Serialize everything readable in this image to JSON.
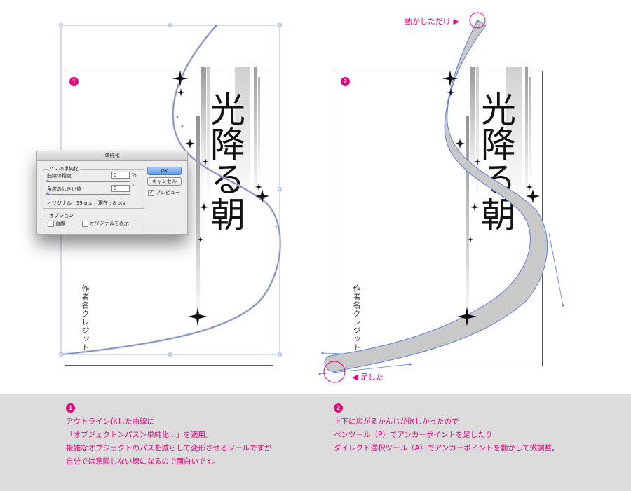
{
  "panel1": {
    "badge": "1",
    "title_vertical": "光降る朝",
    "author_vertical": "作者名クレジット"
  },
  "panel2": {
    "badge": "2",
    "title_vertical": "光降る朝",
    "author_vertical": "作者名クレジット",
    "annotation_top": "動かしただけ ▶",
    "annotation_bottom": "◀ 足した"
  },
  "dialog": {
    "title": "単純化",
    "group_path": "パスの単純化",
    "curve_precision_label": "曲線の精度",
    "curve_precision_value": "0",
    "curve_precision_unit": "%",
    "angle_threshold_label": "角度のしきい値",
    "angle_threshold_value": "0",
    "angle_threshold_unit": "°",
    "original_points": "オリジナル : 39 pts",
    "current_points": "現在 : 8 pts",
    "group_options": "オプション",
    "option_straight": "直線",
    "option_show_original": "オリジナルを表示",
    "ok_label": "OK",
    "cancel_label": "キャンセル",
    "preview_label": "プレビュー",
    "preview_checked": "✔",
    "straight_checked": "",
    "show_original_checked": ""
  },
  "notes": [
    {
      "badge": "1",
      "lines": [
        "アウトライン化した曲線に",
        "「オブジェクト＞パス＞単純化...」を適用。",
        "複雑なオブジェクトのパスを減らして変形させるツールですが",
        "自分では意図しない線になるので面白いです。"
      ]
    },
    {
      "badge": "2",
      "lines": [
        "上下に広がるかんじが欲しかったので",
        "ペンツール（P）でアンカーポイントを足したり",
        "ダイレクト選択ツール（A）でアンカーポイントを動かして微調整。"
      ]
    }
  ],
  "colors": {
    "accent": "#e6007e",
    "path_blue": "#5b7fd6",
    "band_bg": "#dcdcdc"
  }
}
